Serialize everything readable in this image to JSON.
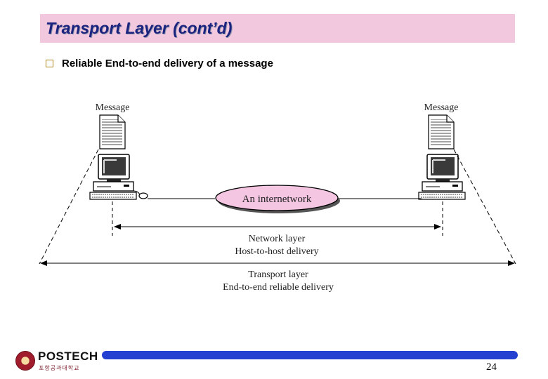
{
  "header": {
    "title": "Transport Layer (cont’d)"
  },
  "bullet": {
    "text": "Reliable End-to-end delivery of a message"
  },
  "diagram": {
    "left_message_label": "Message",
    "right_message_label": "Message",
    "cloud_label": "An internetwork",
    "network_layer_label": "Network layer",
    "network_layer_sub": "Host-to-host delivery",
    "transport_layer_label": "Transport layer",
    "transport_layer_sub": "End-to-end reliable delivery"
  },
  "footer": {
    "page_number": "24",
    "logo_text": "POSTECH",
    "logo_subtext": "포항공과대학교"
  },
  "colors": {
    "title_band": "#f2c8de",
    "title_text": "#1a237e",
    "cloud_fill": "#f4c6e2",
    "footer_bar": "#2340d0"
  }
}
